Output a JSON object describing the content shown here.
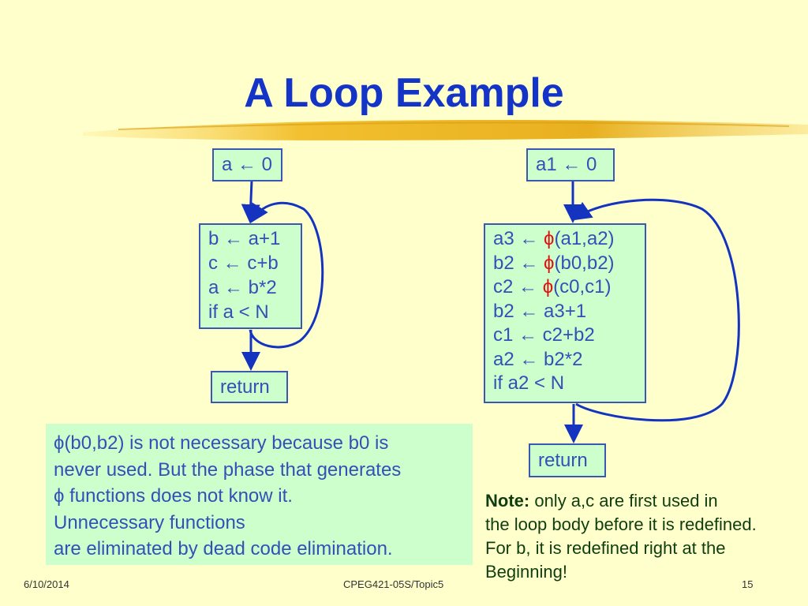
{
  "title": "A Loop Example",
  "left_cfg": {
    "entry": "a ← 0",
    "body": [
      "b ← a+1",
      "c ← c+b",
      "a ← b*2",
      "if a < N"
    ],
    "exit": "return"
  },
  "right_cfg": {
    "entry": "a1 ← 0",
    "body": [
      {
        "lhs": "a3 ← ",
        "phi": "ϕ",
        "rhs": "(a1,a2)"
      },
      {
        "lhs": "b2 ← ",
        "phi": "ϕ",
        "rhs": "(b0,b2)"
      },
      {
        "lhs": "c2 ← ",
        "phi": "ϕ",
        "rhs": "(c0,c1)"
      },
      {
        "lhs": "b2 ← a3+1",
        "phi": "",
        "rhs": ""
      },
      {
        "lhs": "c1 ← c2+b2",
        "phi": "",
        "rhs": ""
      },
      {
        "lhs": "a2 ← b2*2",
        "phi": "",
        "rhs": ""
      },
      {
        "lhs": "if a2 < N",
        "phi": "",
        "rhs": ""
      }
    ],
    "exit": "return"
  },
  "explanation": [
    "ϕ(b0,b2)  is not necessary because b0 is",
    "never used. But the phase that generates",
    "ϕ  functions does not know it.",
    "Unnecessary functions",
    "are eliminated by dead code elimination."
  ],
  "side_note": {
    "label": "Note:",
    "lines": [
      " only a,c are first used in",
      "the loop body before it is redefined.",
      "For b, it is redefined right at the",
      "Beginning!"
    ]
  },
  "footer": {
    "date": "6/10/2014",
    "course": "CPEG421-05S/Topic5",
    "page": "15"
  },
  "colors": {
    "title": "#1434c8",
    "phi": "#e01010",
    "box_fill": "#ccffcc",
    "background": "#ffffcc"
  }
}
